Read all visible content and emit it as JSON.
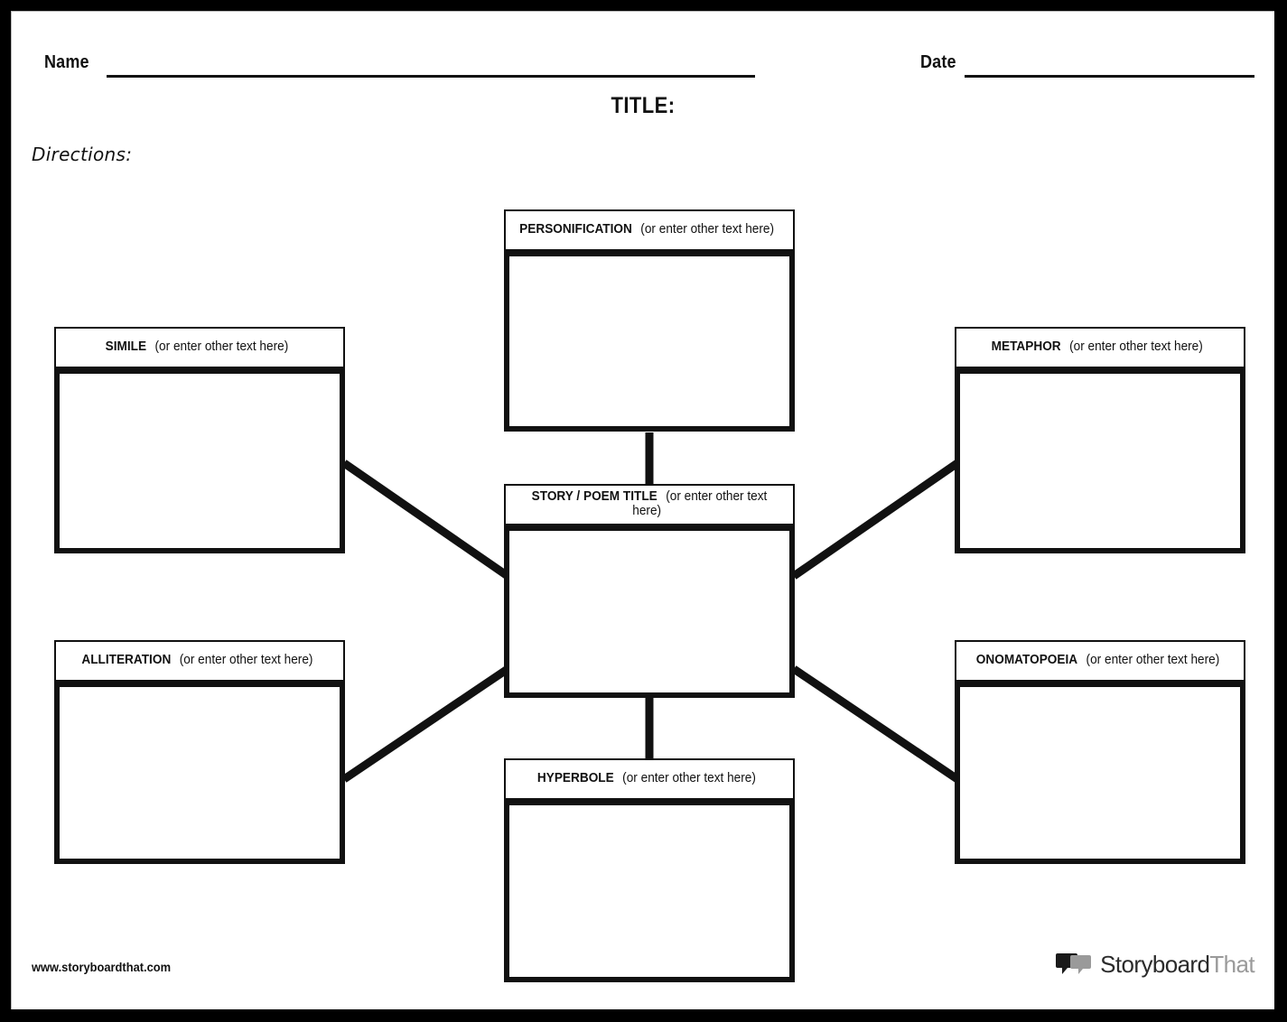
{
  "header": {
    "name_label": "Name",
    "date_label": "Date",
    "title": "TITLE:",
    "directions_label": "Directions:"
  },
  "diagram": {
    "center": {
      "term": "STORY / POEM TITLE",
      "hint": "(or enter other text here)"
    },
    "nodes": [
      {
        "id": "personification",
        "term": "PERSONIFICATION",
        "hint": "(or enter other text here)"
      },
      {
        "id": "simile",
        "term": "SIMILE",
        "hint": "(or enter other text here)"
      },
      {
        "id": "metaphor",
        "term": "METAPHOR",
        "hint": "(or enter other text here)"
      },
      {
        "id": "alliteration",
        "term": "ALLITERATION",
        "hint": "(or enter other text here)"
      },
      {
        "id": "onomatopoeia",
        "term": "ONOMATOPOEIA",
        "hint": "(or enter other text here)"
      },
      {
        "id": "hyperbole",
        "term": "HYPERBOLE",
        "hint": "(or enter other text here)"
      }
    ]
  },
  "footer": {
    "url": "www.storyboardthat.com",
    "brand_primary": "Storyboard",
    "brand_secondary": "That"
  },
  "colors": {
    "page_border": "#000000",
    "ink": "#111111",
    "brand_dark": "#2b2b2b",
    "brand_gray": "#9a9a9a",
    "paper": "#ffffff"
  }
}
